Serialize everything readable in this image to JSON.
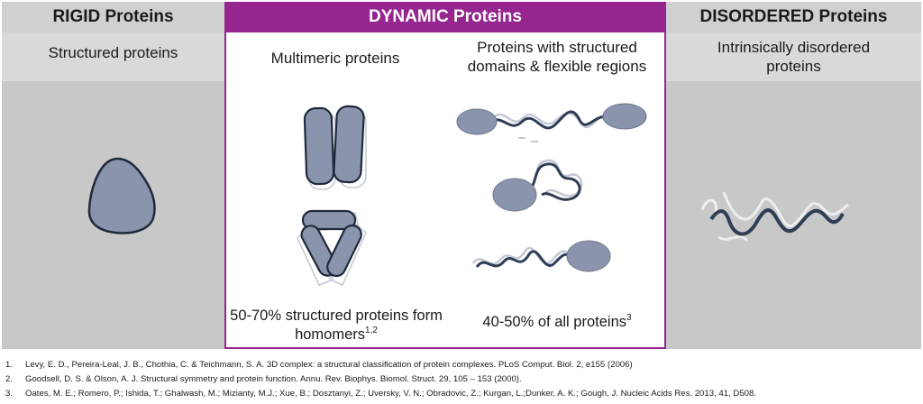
{
  "columns": {
    "rigid": {
      "header": "RIGID Proteins",
      "subtitle": "Structured proteins"
    },
    "dynamic": {
      "header": "DYNAMIC Proteins",
      "multimeric": {
        "label": "Multimeric proteins",
        "stat_text": "50-70% structured proteins form homomers",
        "stat_ref": "1,2"
      },
      "flexible": {
        "label_line1": "Proteins with structured",
        "label_line2": "domains & flexible regions",
        "stat_text": "40-50% of all proteins",
        "stat_ref": "3"
      }
    },
    "disordered": {
      "header": "DISORDERED Proteins",
      "subtitle_line1": "Intrinsically disordered",
      "subtitle_line2": "proteins"
    }
  },
  "references": [
    {
      "num": "1.",
      "text": "Levy, E. D., Pereira-Leal, J. B., Chothia, C. & Teichmann, S. A. 3D complex: a structural classification of protein complexes. PLoS Comput. Biol. 2, e155 (2006)"
    },
    {
      "num": "2.",
      "text": "Goodsell, D. S. & Olson, A. J. Structural symmetry and protein function. Annu. Rev. Biophys. Biomol. Struct. 29, 105 – 153 (2000)."
    },
    {
      "num": "3.",
      "text": "Oates, M. E.; Romero, P.; Ishida, T.; Ghalwash, M.; Mizianty, M.J.; Xue, B.; Dosztanyi, Z.; Uversky, V. N.; Obradovic, Z.; Kurgan, L.;Dunker, A. K.; Gough, J. Nucleic Acids Res. 2013, 41, D508."
    }
  ],
  "colors": {
    "dynamic_accent": "#962590",
    "protein_fill": "#8a95ad",
    "protein_outline": "#1f2a3c",
    "header_gray": "#d0d0d0",
    "panel_gray": "#c8c8c8"
  }
}
